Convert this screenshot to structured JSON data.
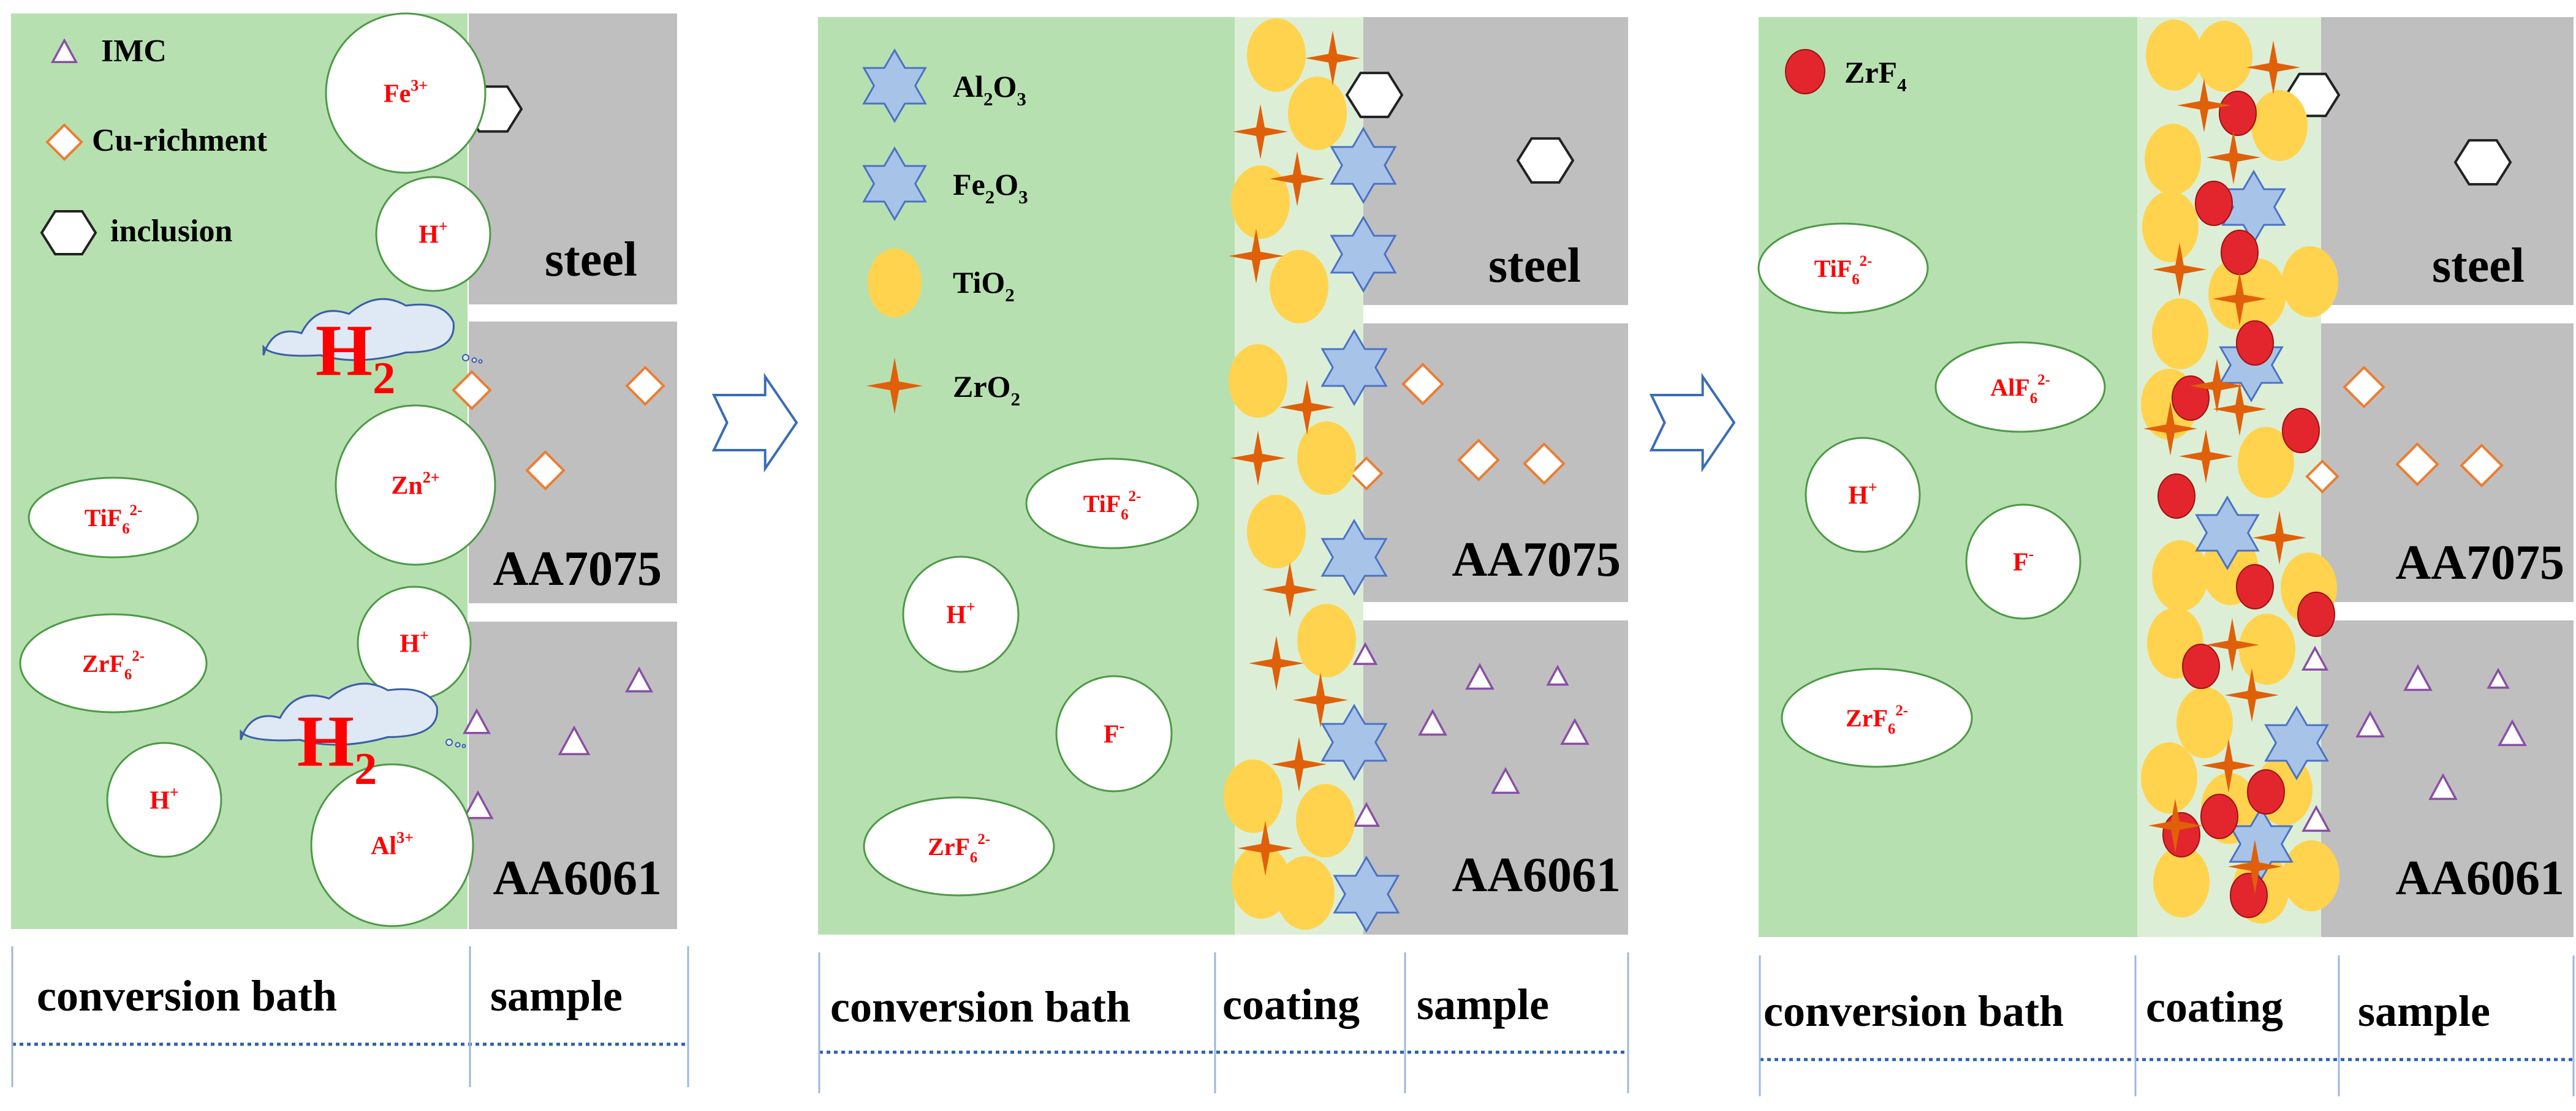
{
  "colors": {
    "bath": "#b7e0b0",
    "coating": "#dcefd6",
    "metal": "#bfbfbf",
    "ion_text": "#ff0000",
    "oxide_tio2": "#ffd34d",
    "oxide_zro2": "#e0600a",
    "star_fill": "#a7c3e8",
    "star_stroke": "#4a72c4",
    "zrf4": "#e3262e",
    "imc_stroke": "#8a4ea6",
    "cu_stroke": "#ed7d31",
    "divider": "#2e5fa8"
  },
  "panel1": {
    "legend": [
      {
        "icon": "triangle-icon",
        "label": "IMC"
      },
      {
        "icon": "diamond-icon",
        "label": "Cu-richment"
      },
      {
        "icon": "hexagon-icon",
        "label": "inclusion"
      }
    ],
    "metals": [
      "steel",
      "AA7075",
      "AA6061"
    ],
    "gas": [
      "H",
      "H"
    ],
    "gas_sub": [
      "2",
      "2"
    ],
    "footer": [
      "conversion bath",
      "sample"
    ]
  },
  "panel2": {
    "legend": [
      {
        "icon": "star-icon",
        "base": "Al",
        "s1": "2",
        "mid": "O",
        "s2": "3"
      },
      {
        "icon": "star-icon",
        "base": "Fe",
        "s1": "2",
        "mid": "O",
        "s2": "3"
      },
      {
        "icon": "ellipse-icon",
        "base": "TiO",
        "s1": "2",
        "mid": "",
        "s2": ""
      },
      {
        "icon": "spark-icon",
        "base": "ZrO",
        "s1": "2",
        "mid": "",
        "s2": ""
      }
    ],
    "metals": [
      "steel",
      "AA7075",
      "AA6061"
    ],
    "footer": [
      "conversion bath",
      "coating",
      "sample"
    ]
  },
  "panel3": {
    "legend": [
      {
        "icon": "red-dot-icon",
        "base": "ZrF",
        "s1": "4"
      }
    ],
    "metals": [
      "steel",
      "AA7075",
      "AA6061"
    ],
    "footer": [
      "conversion bath",
      "coating",
      "sample"
    ]
  },
  "ions": {
    "fe": {
      "base": "Fe",
      "sup": "3+"
    },
    "h": {
      "base": "H",
      "sup": "+"
    },
    "zn": {
      "base": "Zn",
      "sup": "2+"
    },
    "al": {
      "base": "Al",
      "sup": "3+"
    },
    "tif6": {
      "base": "TiF",
      "sub": "6",
      "sup": "2-"
    },
    "zrf6": {
      "base": "ZrF",
      "sub": "6",
      "sup": "2-"
    },
    "alf6": {
      "base": "AlF",
      "sub": "6",
      "sup": "2-"
    },
    "f": {
      "base": "F",
      "sup": "-"
    }
  }
}
